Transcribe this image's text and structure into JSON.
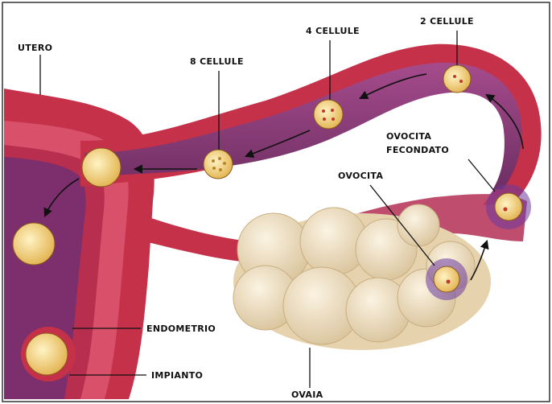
{
  "labels": {
    "utero": "UTERO",
    "otto_cellule": "8 CELLULE",
    "quattro_cellule": "4 CELLULE",
    "due_cellule": "2 CELLULE",
    "ovocita_fecondato_1": "OVOCITA",
    "ovocita_fecondato_2": "FECONDATO",
    "ovocita": "OVOCITA",
    "endometrio": "ENDOMETRIO",
    "impianto": "IMPIANTO",
    "ovaia": "OVAIA"
  },
  "colors": {
    "uterus_wall": "#c2304a",
    "tube_lumen": "#8a3a78",
    "ovary": "#efe2c6",
    "cell": "#f3d27a",
    "arrow": "#111111"
  }
}
